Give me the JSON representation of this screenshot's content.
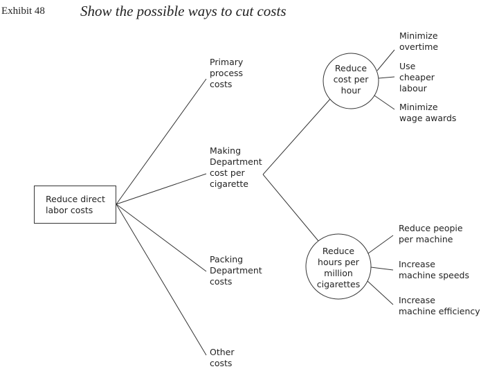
{
  "exhibit": {
    "number": "Exhibit 48",
    "title": "Show the possible ways to cut costs"
  },
  "root": {
    "label": "Reduce direct\nlabor costs"
  },
  "branches": [
    {
      "label": "Primary\nprocess\ncosts"
    },
    {
      "label": "Making\nDepartment\ncost per\ncigarette"
    },
    {
      "label": "Packing\nDepartment\ncosts"
    },
    {
      "label": "Other\ncosts"
    }
  ],
  "sub_nodes": [
    {
      "label": "Reduce\ncost per\nhour"
    },
    {
      "label": "Reduce\nhours per\nmillion\ncigarettes"
    }
  ],
  "leaves_hour": [
    {
      "label": "Minimize\novertime"
    },
    {
      "label": "Use\ncheaper\nlabour"
    },
    {
      "label": "Minimize\nwage awards"
    }
  ],
  "leaves_million": [
    {
      "label": "Reduce peopie\nper machine"
    },
    {
      "label": "Increase\nmachine speeds"
    },
    {
      "label": "Increase\nmachine efficiency"
    }
  ]
}
